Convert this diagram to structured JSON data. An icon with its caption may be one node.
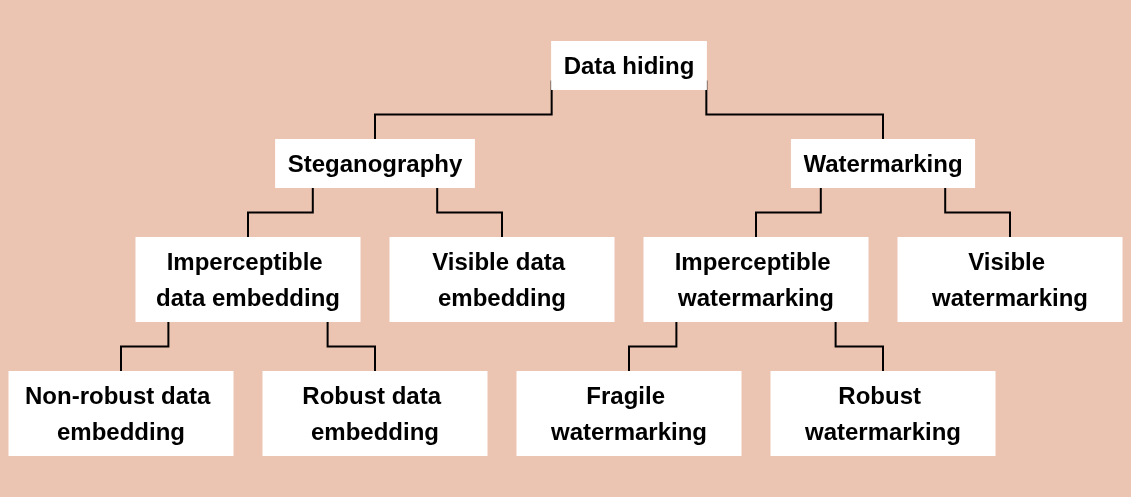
{
  "diagram": {
    "nodes": [
      {
        "text": [
          "Data hiding"
        ]
      },
      {
        "text": [
          "Steganography"
        ]
      },
      {
        "text": [
          "Watermarking"
        ]
      },
      {
        "text": [
          "Imperceptible data embedding"
        ]
      },
      {
        "text": [
          "Visible data embedding"
        ]
      },
      {
        "text": [
          "Imperceptible watermarking"
        ]
      },
      {
        "text": [
          "Visible watermarking"
        ]
      },
      {
        "text": [
          "Non-robust data embedding"
        ]
      },
      {
        "text": [
          "Robust data embedding"
        ]
      },
      {
        "text": [
          "Fragile watermarking"
        ]
      },
      {
        "text": [
          "Robust watermarking"
        ]
      }
    ],
    "edges": [
      {
        "from": 0,
        "to": 1,
        "arrow": "none"
      },
      {
        "from": 0,
        "to": 2,
        "arrow": "none"
      },
      {
        "from": 1,
        "to": 3,
        "arrow": "none"
      },
      {
        "from": 1,
        "to": 4,
        "arrow": "none"
      },
      {
        "from": 2,
        "to": 5,
        "arrow": "none"
      },
      {
        "from": 2,
        "to": 6,
        "arrow": "none"
      },
      {
        "from": 3,
        "to": 7,
        "arrow": "none"
      },
      {
        "from": 3,
        "to": 8,
        "arrow": "none"
      },
      {
        "from": 5,
        "to": 9,
        "arrow": "none"
      },
      {
        "from": 5,
        "to": 10,
        "arrow": "none"
      }
    ]
  }
}
